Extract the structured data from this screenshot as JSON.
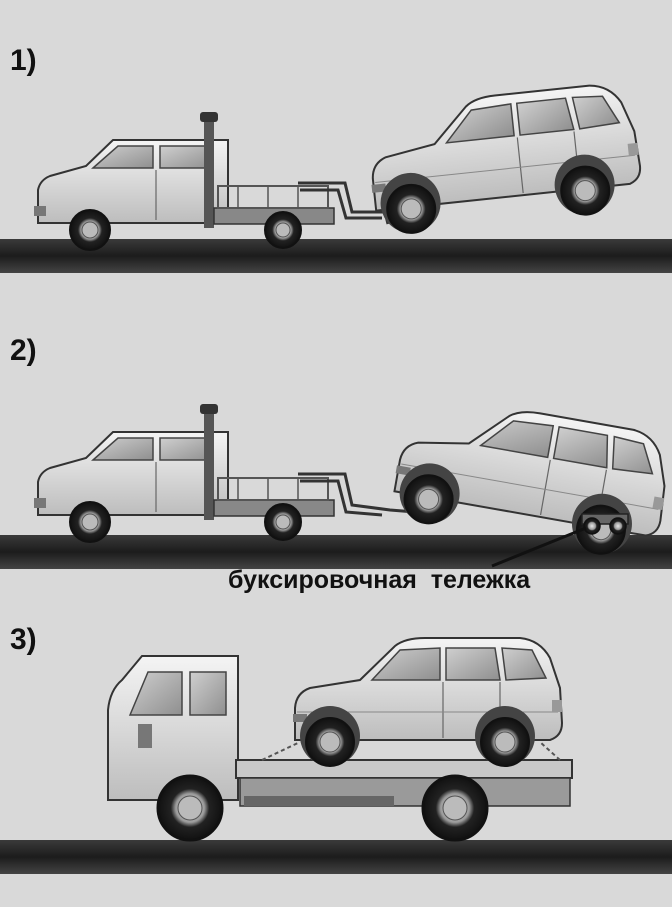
{
  "steps": [
    {
      "number": "1)"
    },
    {
      "number": "2)"
    },
    {
      "number": "3)"
    }
  ],
  "callout": {
    "label": "буксировочная  тележка"
  },
  "colors": {
    "background": "#d9d9d9",
    "road": "#2b2b2b",
    "body": "#ececec",
    "outline": "#333333"
  }
}
